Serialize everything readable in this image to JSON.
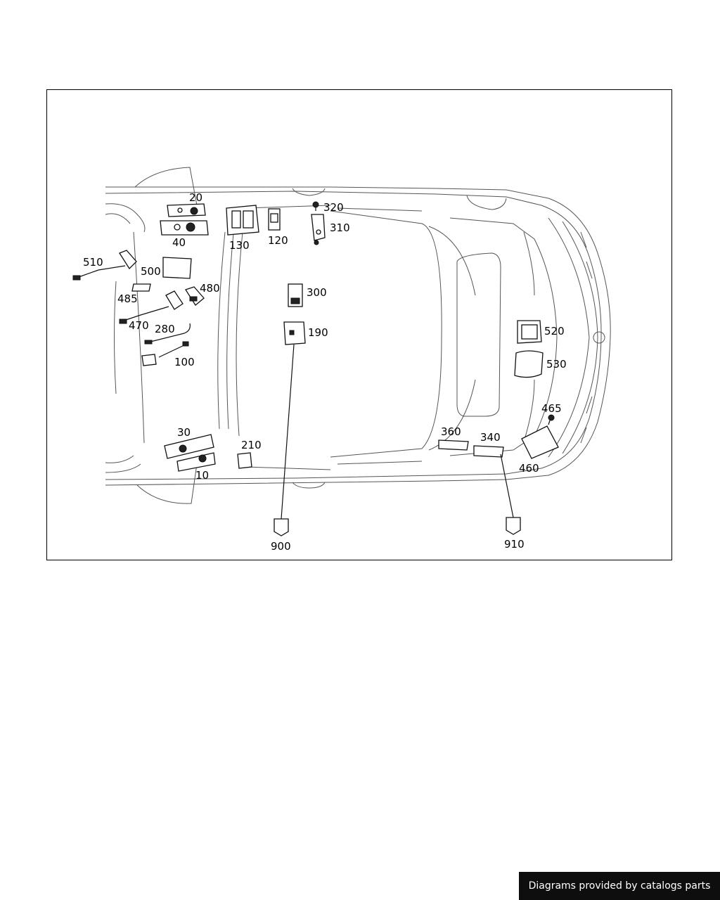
{
  "footer": {
    "text": "Diagrams provided by catalogs parts"
  },
  "callouts": {
    "c10": "10",
    "c20": "20",
    "c30": "30",
    "c40": "40",
    "c100": "100",
    "c120": "120",
    "c130": "130",
    "c190": "190",
    "c210": "210",
    "c280": "280",
    "c300": "300",
    "c310": "310",
    "c320": "320",
    "c340": "340",
    "c360": "360",
    "c460": "460",
    "c465": "465",
    "c470": "470",
    "c480": "480",
    "c485": "485",
    "c500": "500",
    "c510": "510",
    "c520": "520",
    "c530": "530",
    "c900": "900",
    "c910": "910"
  }
}
